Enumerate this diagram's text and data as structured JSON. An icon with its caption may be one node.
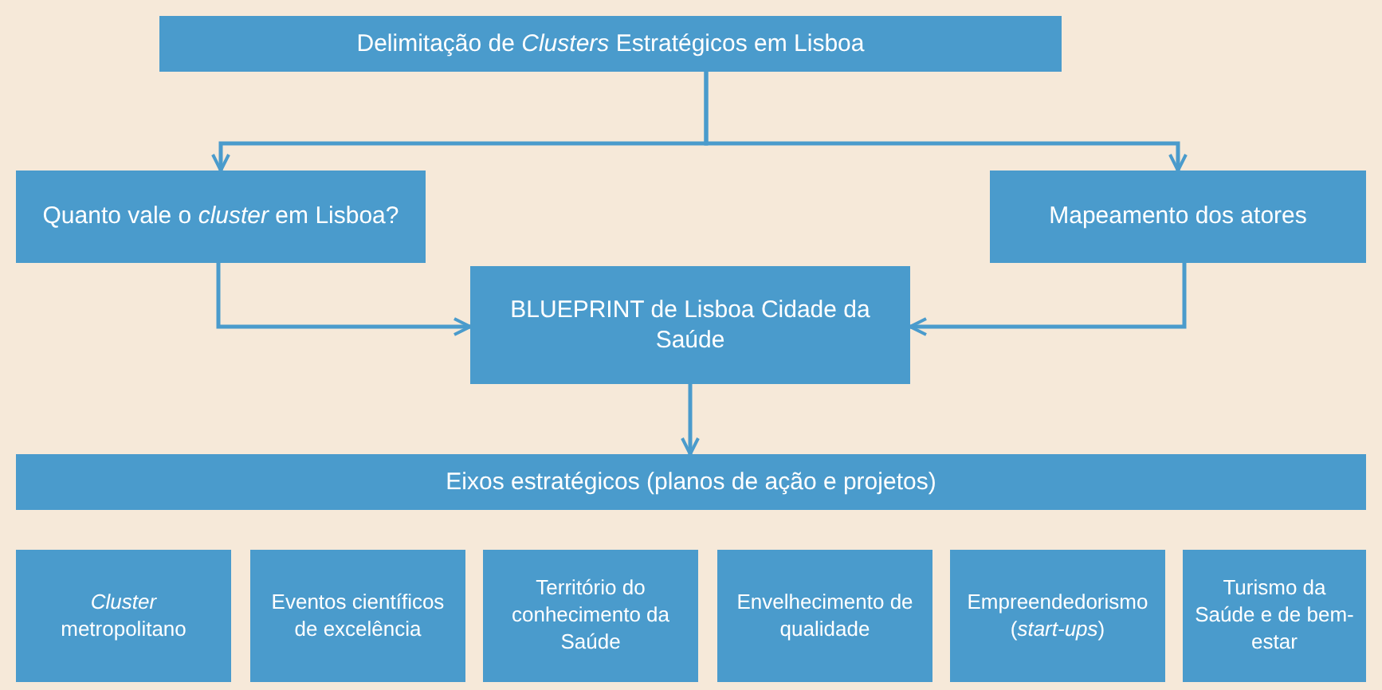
{
  "diagram": {
    "nodes": [
      {
        "text": [
          "Delimitação de *Clusters* Estratégicos em Lisboa"
        ]
      },
      {
        "text": [
          "Quanto vale o *cluster* em Lisboa?"
        ]
      },
      {
        "text": [
          "Mapeamento dos atores"
        ]
      },
      {
        "text": [
          "BLUEPRINT de Lisboa Cidade da Saúde"
        ]
      },
      {
        "text": [
          "Eixos estratégicos (planos de ação e projetos)"
        ]
      },
      {
        "text": [
          "*Cluster* metropolitano"
        ]
      },
      {
        "text": [
          "Eventos científicos de excelência"
        ]
      },
      {
        "text": [
          "Território do conhecimento da Saúde"
        ]
      },
      {
        "text": [
          "Envelhecimento de qualidade"
        ]
      },
      {
        "text": [
          "Empreendedorismo (*start-ups*)"
        ]
      },
      {
        "text": [
          "Turismo da Saúde e de bem-estar"
        ]
      }
    ],
    "edges": [
      {
        "from": 0,
        "to": 1,
        "arrow": "to"
      },
      {
        "from": 0,
        "to": 2,
        "arrow": "to"
      },
      {
        "from": 1,
        "to": 3,
        "arrow": "to"
      },
      {
        "from": 2,
        "to": 3,
        "arrow": "to"
      },
      {
        "from": 3,
        "to": 4,
        "arrow": "to"
      }
    ]
  }
}
